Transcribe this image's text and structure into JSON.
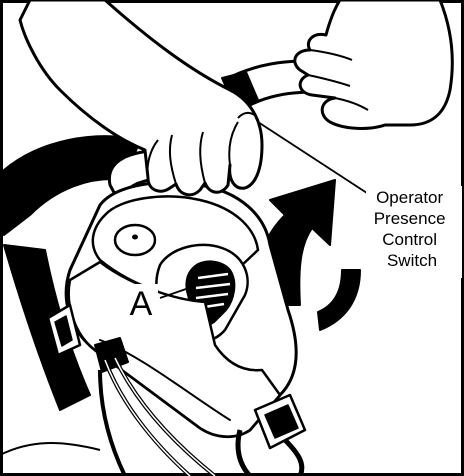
{
  "figure": {
    "callout_lines": [
      "Operator",
      "Presence",
      "Control",
      "Switch"
    ],
    "part_label": "A"
  },
  "colors": {
    "ink": "#000000",
    "paper": "#ffffff"
  }
}
